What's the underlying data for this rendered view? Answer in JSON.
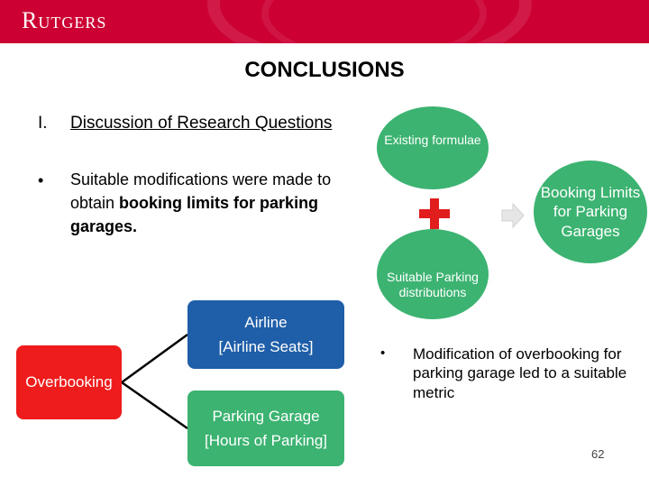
{
  "header": {
    "logo_text": "Rutgers",
    "brand_color": "#cc0033"
  },
  "slide": {
    "title": "CONCLUSIONS",
    "section_numeral": "I.",
    "section_title": "Discussion of Research Questions",
    "bullet_symbol": "•",
    "bullet_text_part1": "Suitable modifications were made to obtain ",
    "bullet_text_bold": "booking limits for parking garages.",
    "diagram": {
      "existing_formulae": "Existing formulae",
      "suitable_distributions": "Suitable Parking distributions",
      "booking_limits": "Booking Limits for Parking Garages",
      "plus_icon": "plus-icon",
      "arrow_icon": "arrow-right-icon"
    },
    "tree": {
      "root": "Overbooking",
      "airline_line1": "Airline",
      "airline_line2": "[Airline Seats]",
      "parking_line1": "Parking Garage",
      "parking_line2": "[Hours of Parking]"
    },
    "bullet2_symbol": "•",
    "modification_text": "Modification of overbooking for parking garage led to a suitable metric",
    "page_number": "62"
  },
  "colors": {
    "green": "#3cb371",
    "blue": "#1f5ea8",
    "red": "#ee1c1c"
  }
}
